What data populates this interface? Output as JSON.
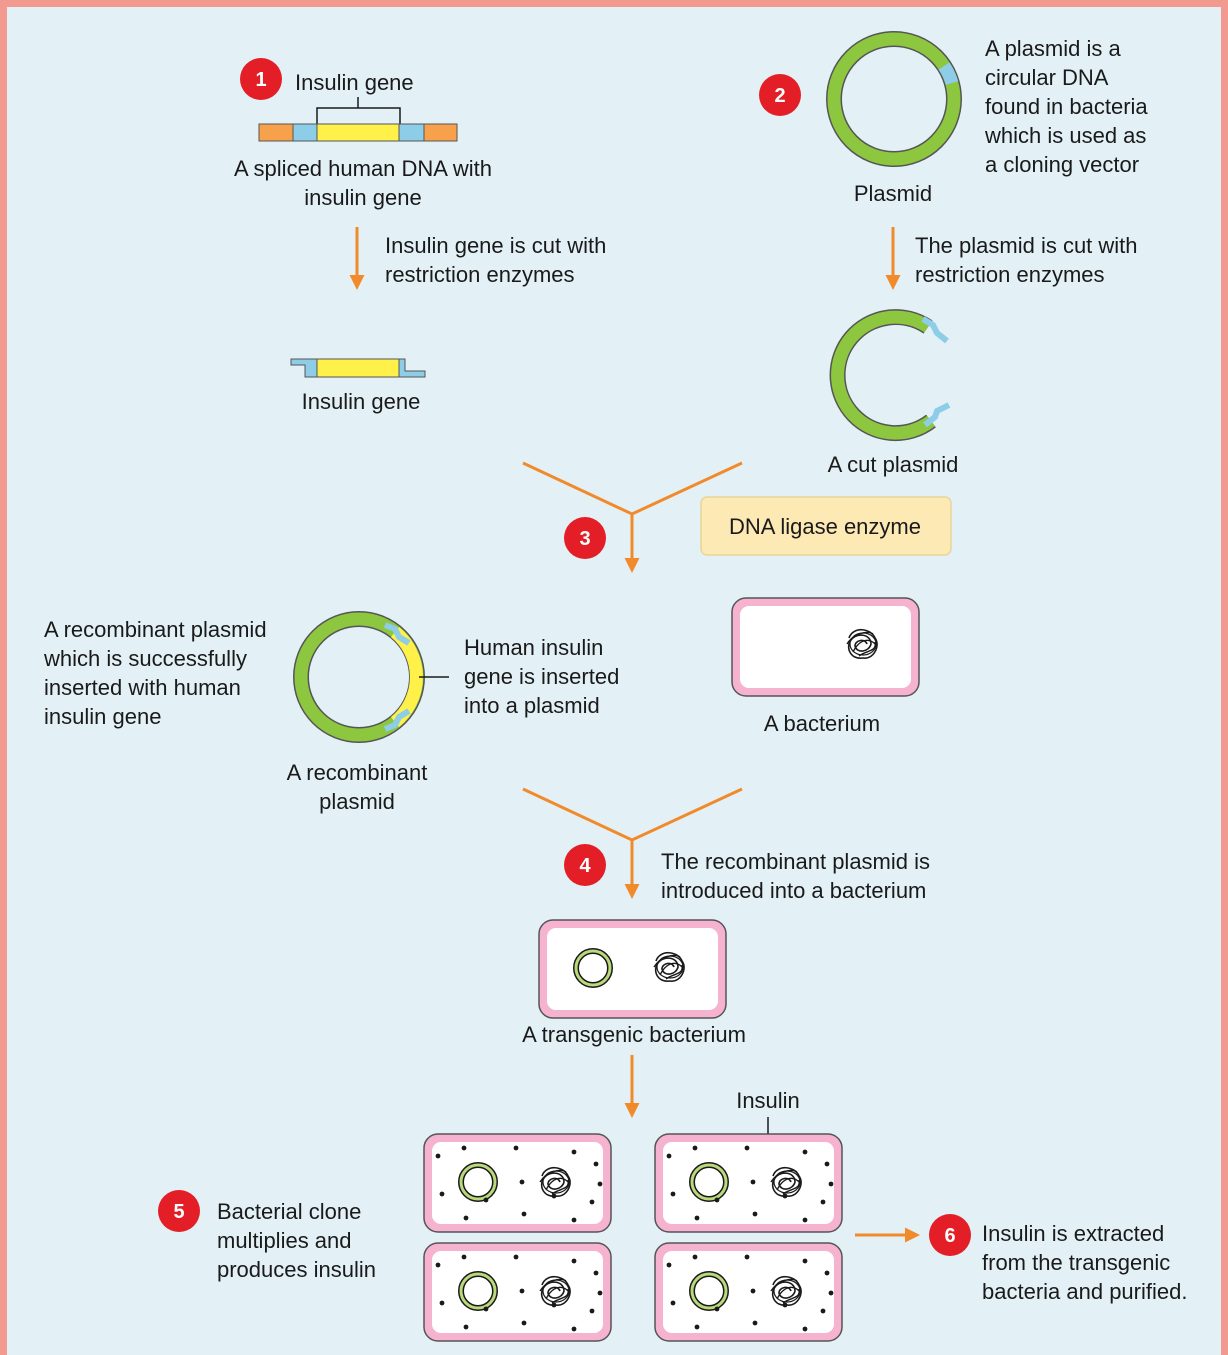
{
  "steps": {
    "s1": "1",
    "s2": "2",
    "s3": "3",
    "s4": "4",
    "s5": "5",
    "s6": "6"
  },
  "step1": {
    "gene_label": "Insulin gene",
    "dna_caption": [
      "A spliced human DNA with",
      "insulin gene"
    ],
    "cut_text": [
      "Insulin gene is cut with",
      "restriction enzymes"
    ],
    "cut_gene_label": "Insulin gene"
  },
  "step2": {
    "description": [
      "A plasmid is a",
      "circular DNA",
      "found in bacteria",
      "which is used as",
      "a cloning vector"
    ],
    "plasmid_label": "Plasmid",
    "cut_text": [
      "The plasmid is cut with",
      "restriction enzymes"
    ],
    "cut_plasmid_label": "A cut plasmid"
  },
  "step3": {
    "ligase_label": "DNA ligase enzyme",
    "recombinant_note": [
      "A recombinant plasmid",
      "which is successfully",
      "inserted with human",
      "insulin gene"
    ],
    "inserted_note": [
      "Human insulin",
      "gene is inserted",
      "into a plasmid"
    ],
    "recombinant_label": [
      "A recombinant",
      "plasmid"
    ],
    "bacterium_label": "A bacterium"
  },
  "step4": {
    "introduced_text": [
      "The recombinant plasmid is",
      "introduced into a bacterium"
    ],
    "transgenic_label": "A transgenic bacterium"
  },
  "step5": {
    "insulin_label": "Insulin",
    "clone_text": [
      "Bacterial clone",
      "multiplies and",
      "produces insulin"
    ]
  },
  "step6": {
    "extract_text": [
      "Insulin is extracted",
      "from the transgenic",
      "bacteria and purified."
    ]
  },
  "colors": {
    "frame": "#f29a8f",
    "background": "#e3f1f7",
    "arrow": "#f08a2a",
    "badge": "#e41e26",
    "plasmid_green": "#8dc63f",
    "insulin_yellow": "#fff04a",
    "sticky_blue": "#8dcde8",
    "dna_orange": "#f7a24a",
    "cell_pink": "#f6b3cf",
    "ligase_box": "#fde9b4"
  }
}
